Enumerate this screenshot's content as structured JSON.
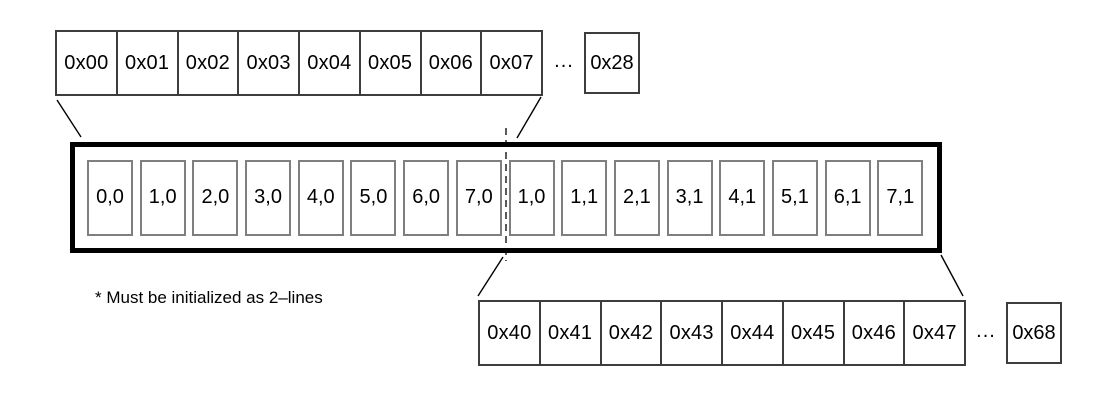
{
  "top_memory_row": {
    "cells": [
      "0x00",
      "0x01",
      "0x02",
      "0x03",
      "0x04",
      "0x05",
      "0x06",
      "0x07"
    ],
    "ellipsis": "...",
    "last_cell": "0x28"
  },
  "line_buffer": {
    "cells": [
      "0,0",
      "1,0",
      "2,0",
      "3,0",
      "4,0",
      "5,0",
      "6,0",
      "7,0",
      "1,0",
      "1,1",
      "2,1",
      "3,1",
      "4,1",
      "5,1",
      "6,1",
      "7,1"
    ]
  },
  "bottom_memory_row": {
    "cells": [
      "0x40",
      "0x41",
      "0x42",
      "0x43",
      "0x44",
      "0x45",
      "0x46",
      "0x47"
    ],
    "ellipsis": "...",
    "last_cell": "0x68"
  },
  "note": "* Must be initialized as 2–lines",
  "colors": {
    "background": "#ffffff",
    "text": "#000000",
    "row_border": "#3d3d3d",
    "buffer_border": "#000000",
    "buffer_cell_border": "#7f7f7f",
    "connector_line": "#000000"
  }
}
